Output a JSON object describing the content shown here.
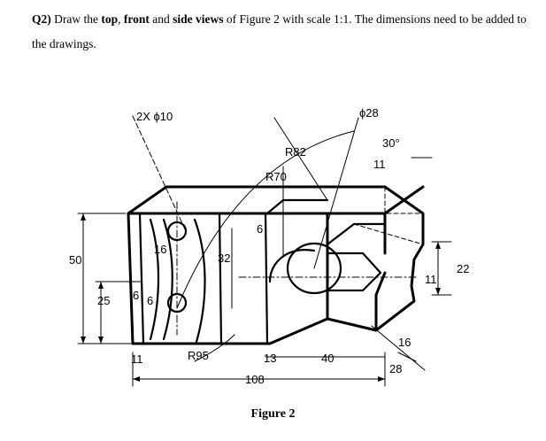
{
  "question": {
    "number": "Q2)",
    "t1": " Draw the ",
    "b1": "top",
    "t2": ", ",
    "b2": "front",
    "t3": " and ",
    "b3": "side views",
    "t4": " of Figure 2 with scale 1:1. The dimensions need to be added to the drawings."
  },
  "figure": {
    "caption": "Figure 2",
    "labels": {
      "holes": "2X ϕ10",
      "bore": "ϕ28",
      "angle": "30°",
      "r82": "R82",
      "r70": "R70",
      "r95": "R95",
      "d50": "50",
      "d25": "25",
      "d16a": "16",
      "d6a": "6",
      "d6b": "6",
      "d32": "32",
      "d6c": "6",
      "d11a": "11",
      "d11b": "11",
      "d11c": "11",
      "d22": "22",
      "d13": "13",
      "d40": "40",
      "d108": "108",
      "d16b": "16",
      "d28": "28"
    }
  }
}
